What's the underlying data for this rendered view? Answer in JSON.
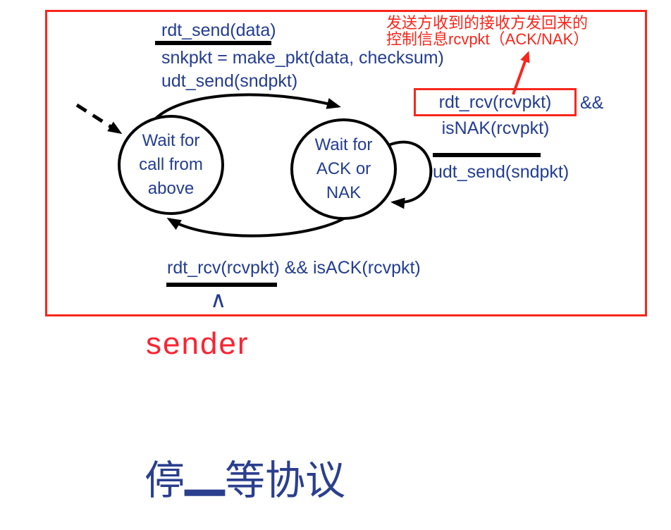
{
  "colors": {
    "blue": "#233d91",
    "red": "#f8261b",
    "sender_red": "#fa2431",
    "title_blue": "#2b3f8e",
    "black": "#000000"
  },
  "diagram": {
    "top_transition": {
      "event": "rdt_send(data)",
      "action1": "snkpkt = make_pkt(data, checksum)",
      "action2": "udt_send(sndpkt)"
    },
    "states": {
      "left": "Wait for call from above",
      "right": "Wait for ACK or NAK"
    },
    "nak_transition": {
      "event": "rdt_rcv(rcvpkt)",
      "operator": "&&",
      "condition": "isNAK(rcvpkt)",
      "action": "udt_send(sndpkt)"
    },
    "ack_transition": {
      "event": "rdt_rcv(rcvpkt) && isACK(rcvpkt)",
      "action": "∧"
    },
    "annotation": {
      "line1": "发送方收到的接收方发回来的",
      "line2": "控制信息rcvpkt（ACK/NAK）"
    }
  },
  "captions": {
    "sender": "sender",
    "title_prefix": "停",
    "title_dash": "—",
    "title_suffix": "等协议"
  }
}
